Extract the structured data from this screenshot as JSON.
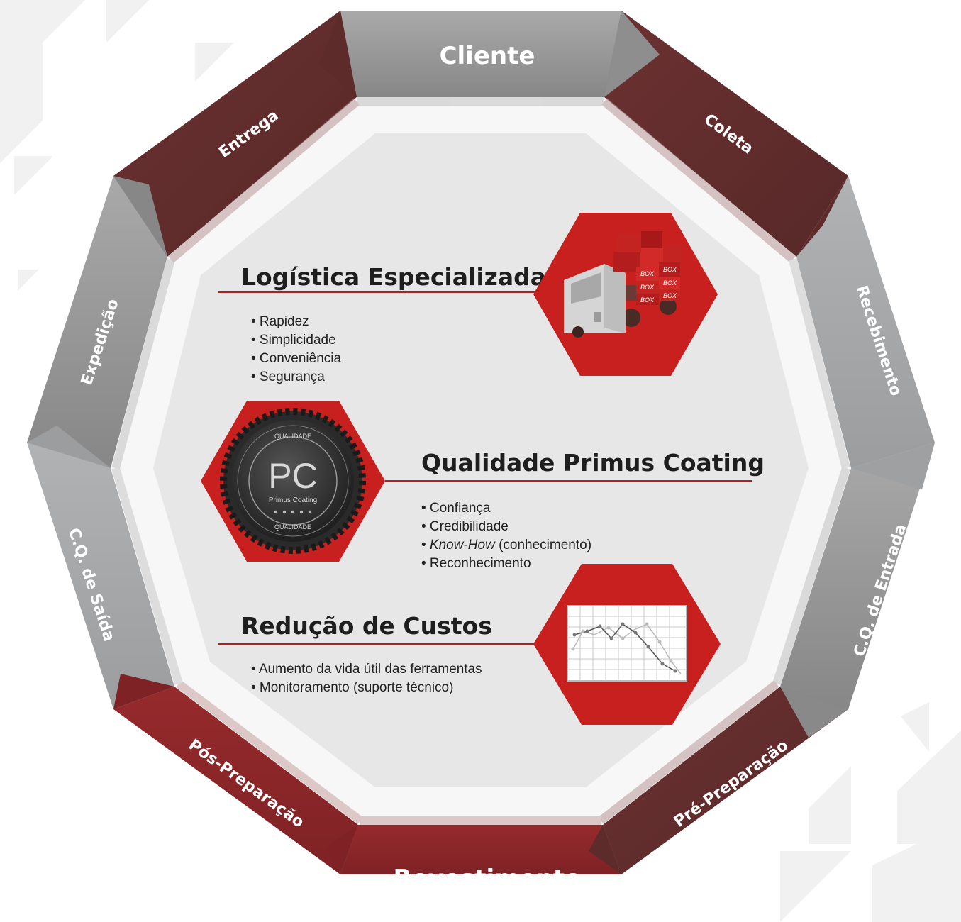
{
  "segments": {
    "cliente": "Cliente",
    "coleta": "Coleta",
    "recebimento": "Recebimento",
    "cq_entrada": "C.Q. de Entrada",
    "pre_preparacao": "Pré-Preparação",
    "revestimento": "Revestimento",
    "pos_preparacao": "Pós-Preparação",
    "cq_saida": "C.Q. de Saída",
    "expedicao": "Expedição",
    "entrega": "Entrega"
  },
  "sections": {
    "logistica": {
      "title": "Logística Especializada",
      "bullets": [
        "• Rapidez",
        "• Simplicidade",
        "• Conveniência",
        "• Segurança"
      ],
      "box_label": "BOX"
    },
    "qualidade": {
      "title": "Qualidade Primus Coating",
      "bullets": [
        "• Confiança",
        "• Credibilidade",
        "• Reconhecimento"
      ],
      "knowhow_prefix": "• ",
      "knowhow_italic": "Know-How",
      "knowhow_rest": " (conhecimento)",
      "seal_logo": "PC",
      "seal_name": "Primus Coating",
      "seal_ring": "QUALIDADE"
    },
    "custos": {
      "title": "Redução de Custos",
      "bullets": [
        "• Aumento da vida útil das ferramentas",
        "• Monitoramento (suporte técnico)"
      ]
    }
  },
  "colors": {
    "dark_red": "#622d2d",
    "red": "#8c2629",
    "gray": "#8d8d8d",
    "light_gray": "#a5a7a9",
    "accent_red": "#c8201e",
    "inner": "#e7e7e7"
  }
}
